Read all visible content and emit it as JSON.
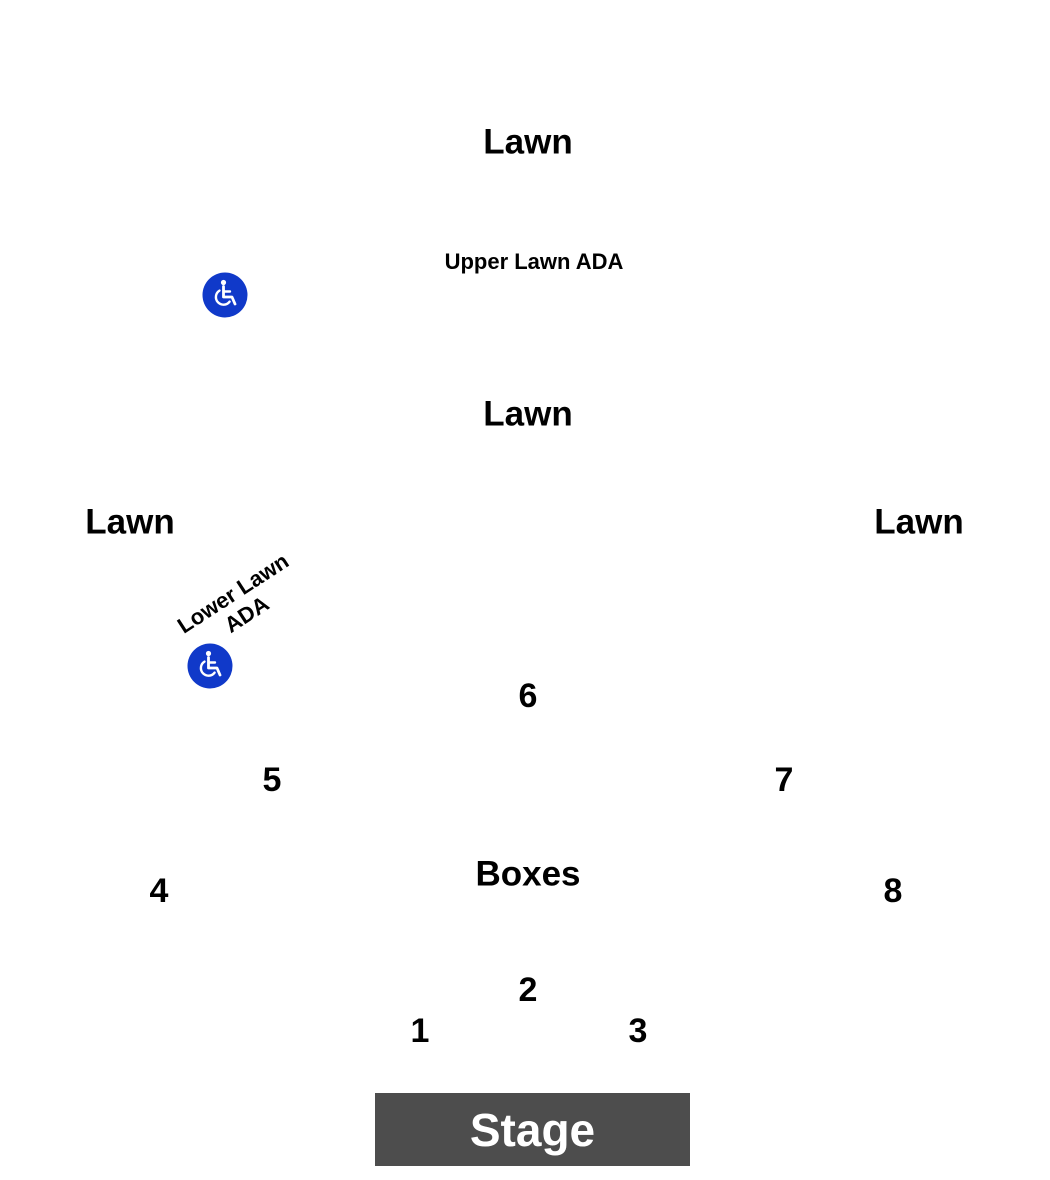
{
  "colors": {
    "background": "#ffffff",
    "text": "#000000",
    "ada_blue": "#1039c9",
    "stage": "#4d4d4d",
    "stage_text": "#ffffff"
  },
  "areas": {
    "lawn_top": "Lawn",
    "lawn_middle": "Lawn",
    "lawn_left": "Lawn",
    "lawn_right": "Lawn",
    "boxes": "Boxes"
  },
  "ada": {
    "upper_label": "Upper Lawn ADA",
    "lower_label_line1": "Lower Lawn",
    "lower_label_line2": "ADA",
    "icon": "wheelchair-icon"
  },
  "sections": {
    "s1": "1",
    "s2": "2",
    "s3": "3",
    "s4": "4",
    "s5": "5",
    "s6": "6",
    "s7": "7",
    "s8": "8"
  },
  "stage": {
    "label": "Stage"
  }
}
